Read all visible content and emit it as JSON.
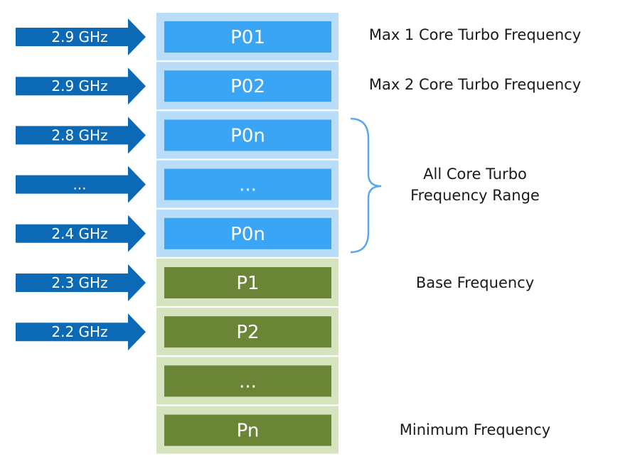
{
  "colors": {
    "arrow": "#0b69b5",
    "turbo_band": "#b9ddf8",
    "turbo_box": "#3aa5f5",
    "base_band": "#d6e3bf",
    "base_box": "#6a8535",
    "brace": "#5aa9ea",
    "text_dark": "#1a1a1a",
    "text_light": "#ffffff"
  },
  "states": [
    {
      "label": "P01",
      "group": "turbo",
      "frequency": "2.9 GHz"
    },
    {
      "label": "P02",
      "group": "turbo",
      "frequency": "2.9 GHz"
    },
    {
      "label": "P0n",
      "group": "turbo",
      "frequency": "2.8 GHz"
    },
    {
      "label": "...",
      "group": "turbo",
      "frequency": "..."
    },
    {
      "label": "P0n",
      "group": "turbo",
      "frequency": "2.4 GHz"
    },
    {
      "label": "P1",
      "group": "base",
      "frequency": "2.3 GHz"
    },
    {
      "label": "P2",
      "group": "base",
      "frequency": "2.2 GHz"
    },
    {
      "label": "...",
      "group": "base",
      "frequency": ""
    },
    {
      "label": "Pn",
      "group": "base",
      "frequency": ""
    }
  ],
  "descriptions": {
    "max1": "Max 1 Core Turbo Frequency",
    "max2": "Max 2 Core Turbo Frequency",
    "all_core_line1": "All Core Turbo",
    "all_core_line2": "Frequency Range",
    "base": "Base Frequency",
    "minimum": "Minimum Frequency"
  }
}
